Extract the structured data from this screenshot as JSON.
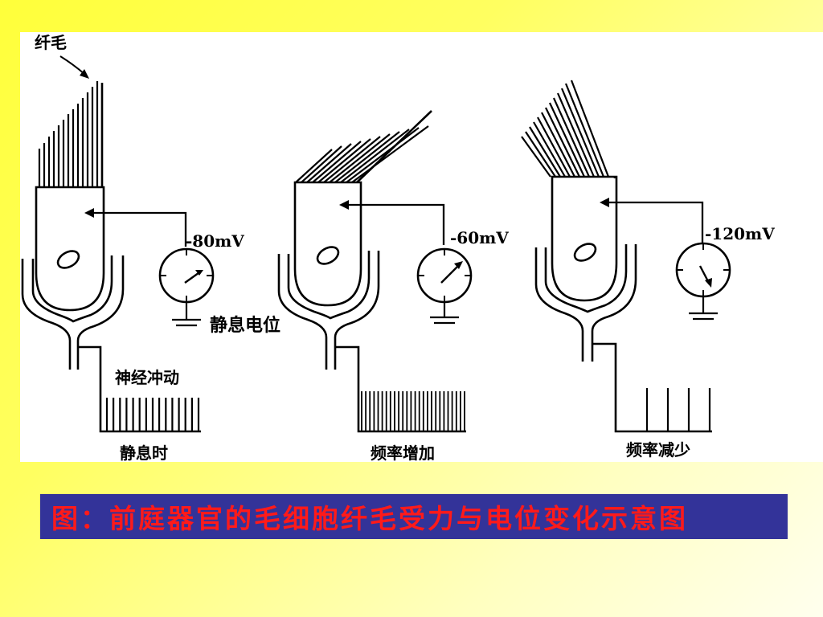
{
  "diagram": {
    "cilia_label": "纤毛",
    "panels": [
      {
        "voltage": "-80mV",
        "state_label": "静息电位",
        "impulse_label": "神经冲动",
        "condition": "静息时",
        "spikes": 15
      },
      {
        "voltage": "-60mV",
        "state_label": "",
        "impulse_label": "",
        "condition": "频率增加",
        "spikes": 26
      },
      {
        "voltage": "-120mV",
        "state_label": "",
        "impulse_label": "",
        "condition": "频率减少",
        "spikes": 4
      }
    ]
  },
  "caption": "图：前庭器官的毛细胞纤毛受力与电位变化示意图",
  "colors": {
    "caption_bg": "#333399",
    "caption_text": "#ff1a1a"
  }
}
